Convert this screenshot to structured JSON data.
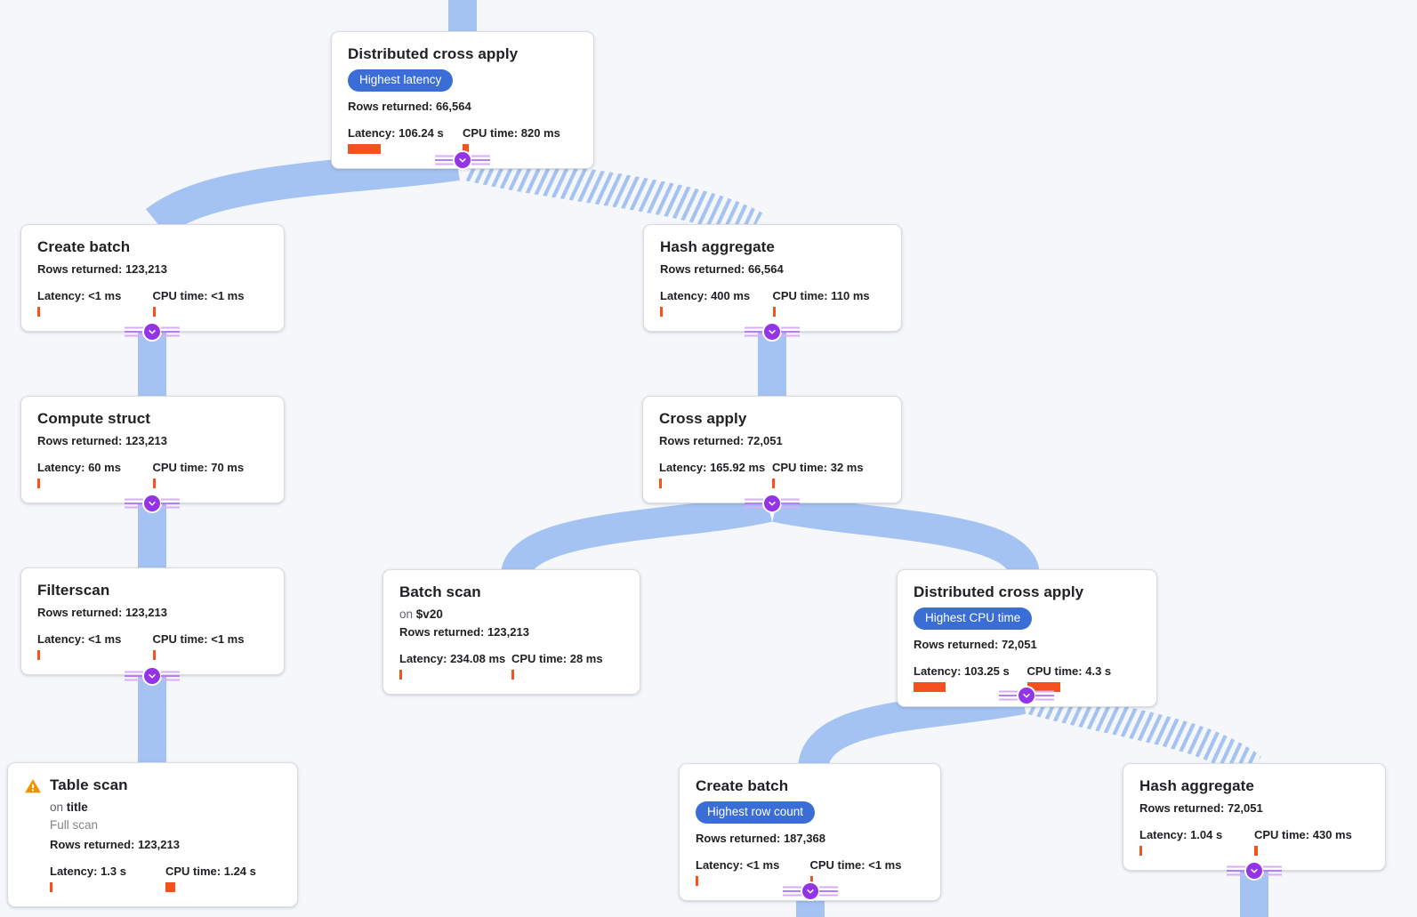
{
  "colors": {
    "bg": "#f5f7fa",
    "edge": "#a4c3f2",
    "purple": "#9334e6",
    "railLight": "#d7aefb",
    "railMid": "#b57ff2",
    "badge": "#3b6dd6",
    "bar": "#f4511e",
    "warning": "#f09300",
    "text": "#202124",
    "muted": "#5f6368",
    "subtle": "#80868b"
  },
  "icons": {
    "collapse": "chevron-down",
    "warning": "warning-triangle"
  },
  "nodes": [
    {
      "title": "Distributed cross apply",
      "badge": "Highest latency",
      "rows": "Rows returned: 66,564",
      "latency": "Latency: 106.24 s",
      "cpu": "CPU time: 820 ms",
      "latency_bar": 37,
      "cpu_bar": 7
    },
    {
      "title": "Create batch",
      "rows": "Rows returned: 123,213",
      "latency": "Latency: <1 ms",
      "cpu": "CPU time: <1 ms",
      "latency_bar": 3,
      "cpu_bar": 3
    },
    {
      "title": "Hash aggregate",
      "rows": "Rows returned: 66,564",
      "latency": "Latency: 400 ms",
      "cpu": "CPU time: 110 ms",
      "latency_bar": 3,
      "cpu_bar": 3
    },
    {
      "title": "Compute struct",
      "rows": "Rows returned: 123,213",
      "latency": "Latency: 60 ms",
      "cpu": "CPU time: 70 ms",
      "latency_bar": 3,
      "cpu_bar": 3
    },
    {
      "title": "Cross apply",
      "rows": "Rows returned: 72,051",
      "latency": "Latency: 165.92 ms",
      "cpu": "CPU time: 32 ms",
      "latency_bar": 3,
      "cpu_bar": 3
    },
    {
      "title": "Filterscan",
      "rows": "Rows returned: 123,213",
      "latency": "Latency: <1 ms",
      "cpu": "CPU time: <1 ms",
      "latency_bar": 3,
      "cpu_bar": 3
    },
    {
      "title": "Batch scan",
      "on_prefix": "on",
      "on_value": "$v20",
      "rows": "Rows returned: 123,213",
      "latency": "Latency: 234.08 ms",
      "cpu": "CPU time: 28 ms",
      "latency_bar": 3,
      "cpu_bar": 3
    },
    {
      "title": "Distributed cross apply",
      "badge": "Highest CPU time",
      "rows": "Rows returned: 72,051",
      "latency": "Latency: 103.25 s",
      "cpu": "CPU time: 4.3 s",
      "latency_bar": 36,
      "cpu_bar": 37
    },
    {
      "title": "Table scan",
      "on_prefix": "on",
      "on_value": "title",
      "subtitle": "Full scan",
      "rows": "Rows returned: 123,213",
      "latency": "Latency: 1.3 s",
      "cpu": "CPU time: 1.24 s",
      "latency_bar": 3,
      "cpu_bar": 11
    },
    {
      "title": "Create batch",
      "badge": "Highest row count",
      "rows": "Rows returned: 187,368",
      "latency": "Latency: <1 ms",
      "cpu": "CPU time: <1 ms",
      "latency_bar": 3,
      "cpu_bar": 3
    },
    {
      "title": "Hash aggregate",
      "rows": "Rows returned: 72,051",
      "latency": "Latency: 1.04 s",
      "cpu": "CPU time: 430 ms",
      "latency_bar": 3,
      "cpu_bar": 4
    }
  ]
}
